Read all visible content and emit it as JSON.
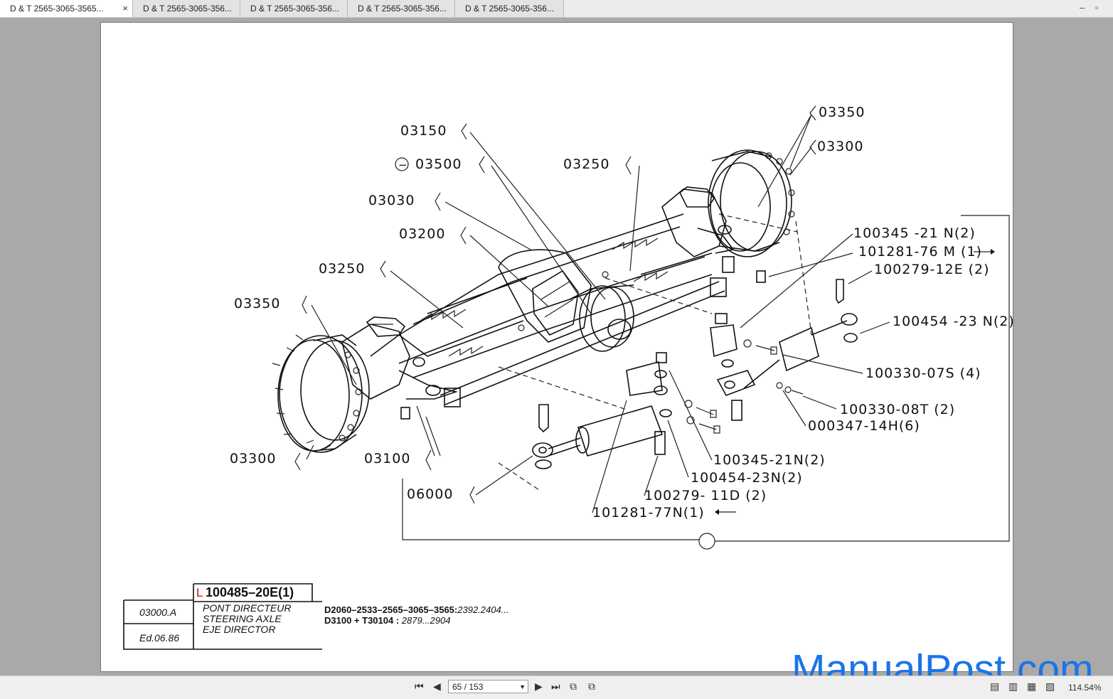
{
  "tabs": [
    {
      "title": "D & T 2565-3065-3565...",
      "active": true
    },
    {
      "title": "D & T 2565-3065-356...",
      "active": false
    },
    {
      "title": "D & T 2565-3065-356...",
      "active": false
    },
    {
      "title": "D & T 2565-3065-356...",
      "active": false
    },
    {
      "title": "D & T 2565-3065-356...",
      "active": false
    }
  ],
  "tab_close_glyph": "×",
  "diagram": {
    "refs": {
      "r03350_top": "03350",
      "r03300_top": "03300",
      "r03150": "03150",
      "r03500": "03500",
      "r03250_top": "03250",
      "r03030": "03030",
      "r03200": "03200",
      "r03250_mid": "03250",
      "r03350_left": "03350",
      "r03300_left": "03300",
      "r03100": "03100",
      "r06000": "06000"
    },
    "parts": {
      "p1": "100345 -21 N(2)",
      "p2": "101281-76 M (1)",
      "p3": "100279-12E (2)",
      "p4": "100454 -23 N(2)",
      "p5": "100330-07S (4)",
      "p6": "100330-08T (2)",
      "p7": "000347-14H(6)",
      "p8": "100345-21N(2)",
      "p9": "100454-23N(2)",
      "p10": "100279- 11D (2)",
      "p11": "101281-77N(1)"
    },
    "minus_symbol": "−"
  },
  "title_block": {
    "ref_code": "L",
    "part_number": "100485–20E(1)",
    "section": "03000.A",
    "edition": "Ed.06.86",
    "name_fr": "PONT DIRECTEUR",
    "name_en": "STEERING AXLE",
    "name_es": "EJE DIRECTOR",
    "models_line1_bold": "D2060–2533–2565–3065–3565:",
    "models_line1_serial": "2392.2404...",
    "models_line2_bold": "D3100 + T30104 :",
    "models_line2_serial": "2879...2904"
  },
  "viewer": {
    "page_indicator": "65 / 153",
    "zoom": "114.54%"
  },
  "watermark": "ManualPost.com"
}
